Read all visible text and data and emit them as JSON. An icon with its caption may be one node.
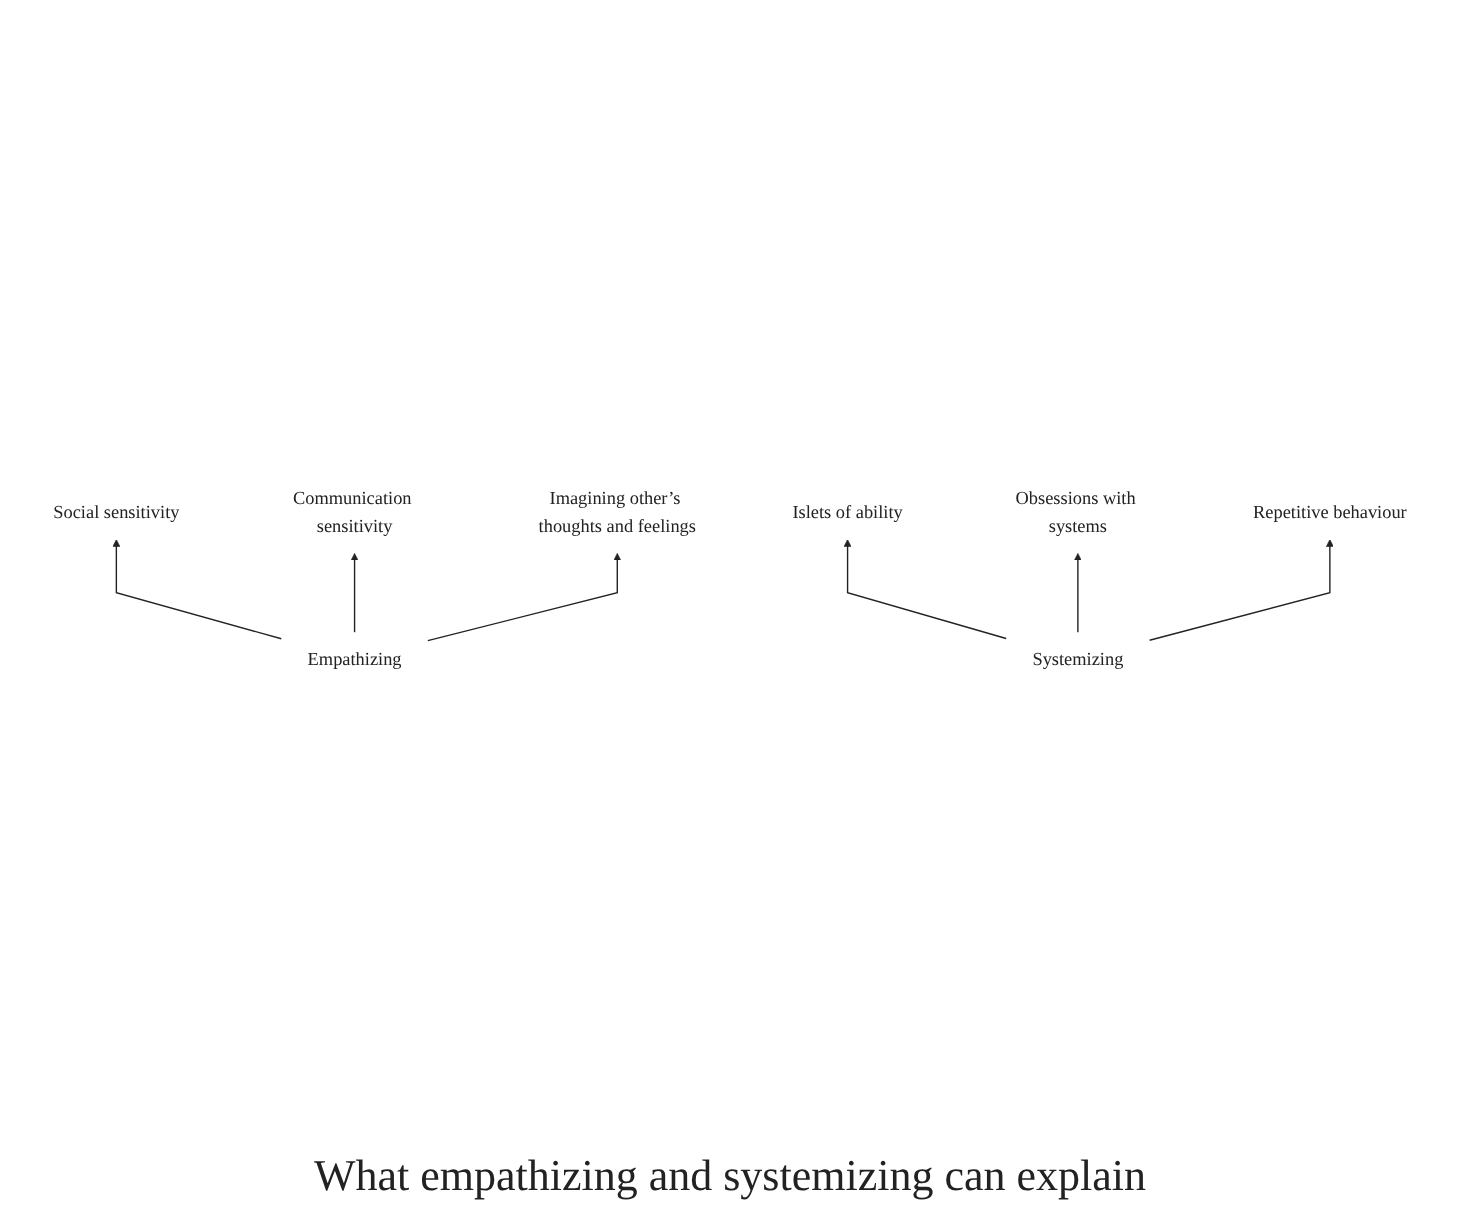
{
  "diagram": {
    "caption": "What empathizing and systemizing can explain",
    "nodes": [
      {
        "text": [
          "Social sensitivity"
        ]
      },
      {
        "text": [
          "Communication sensitivity"
        ]
      },
      {
        "text": [
          "Imagining other’s thoughts and feelings"
        ]
      },
      {
        "text": [
          "Empathizing"
        ]
      },
      {
        "text": [
          "Islets of ability"
        ]
      },
      {
        "text": [
          "Obsessions with systems"
        ]
      },
      {
        "text": [
          "Repetitive behaviour"
        ]
      },
      {
        "text": [
          "Systemizing"
        ]
      }
    ],
    "edges": [
      {
        "from": 3,
        "to": 0,
        "arrow": "to"
      },
      {
        "from": 3,
        "to": 1,
        "arrow": "to"
      },
      {
        "from": 3,
        "to": 2,
        "arrow": "to"
      },
      {
        "from": 7,
        "to": 4,
        "arrow": "to"
      },
      {
        "from": 7,
        "to": 5,
        "arrow": "to"
      },
      {
        "from": 7,
        "to": 6,
        "arrow": "to"
      }
    ]
  }
}
